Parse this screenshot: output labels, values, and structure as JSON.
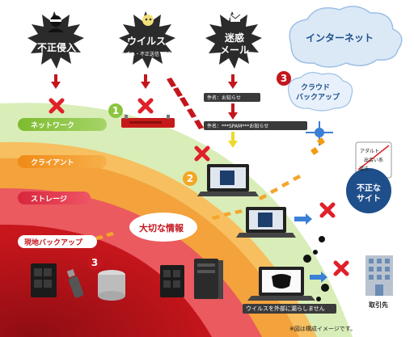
{
  "threats": {
    "intrusion": {
      "label": "不正侵入"
    },
    "virus": {
      "label": "ウイルス",
      "sub": "(改ざん・不正送信・削除)"
    },
    "spam": {
      "label_line1": "迷惑",
      "label_line2": "メール"
    }
  },
  "internet": {
    "label": "インターネット"
  },
  "cloud_backup": {
    "label_line1": "クラウド",
    "label_line2": "バックアップ",
    "number": "3"
  },
  "layers": {
    "network": "ネットワーク",
    "client": "クライアント",
    "storage": "ストレージ",
    "local_backup": "現地バックアップ"
  },
  "numbers": {
    "network": "1",
    "client": "2",
    "local": "3"
  },
  "mail_subject_1": "件名：お知らせ",
  "mail_subject_2": "件名：***SPAM***お知らせ",
  "important_info": "大切な情報",
  "illegal_site": {
    "label_line1": "不正な",
    "label_line2": "サイト",
    "sign_adult": "アダルト",
    "sign_dating": "出会い系",
    "sign_other": "違法"
  },
  "leak_caption": "ウイルスを外部に漏らしません",
  "partner": {
    "label": "取引先"
  },
  "footnote": "※図は構成イメージです。",
  "colors": {
    "network_band": "#8bc53f",
    "client_band": "#f5a623",
    "storage_band": "#e8394d",
    "core": "#c4161c",
    "blue_arrow": "#3b7fd6",
    "orange_arrow": "#f39c12",
    "x_mark": "#e0202a",
    "cloud": "#dbe9f7"
  }
}
